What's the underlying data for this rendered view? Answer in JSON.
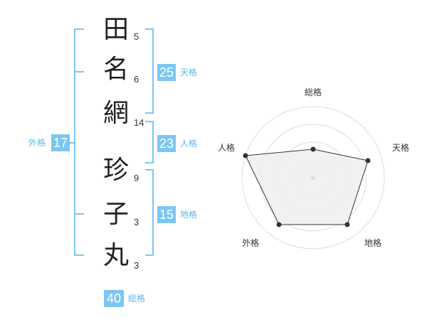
{
  "name": {
    "chars": [
      {
        "char": "田",
        "strokes": "5"
      },
      {
        "char": "名",
        "strokes": "6"
      },
      {
        "char": "網",
        "strokes": "14"
      },
      {
        "char": "珍",
        "strokes": "9"
      },
      {
        "char": "子",
        "strokes": "3"
      },
      {
        "char": "丸",
        "strokes": "3"
      }
    ]
  },
  "kaku": {
    "tenkaku": {
      "value": "25",
      "label": "天格"
    },
    "jinkaku": {
      "value": "23",
      "label": "人格"
    },
    "chikaku": {
      "value": "15",
      "label": "地格"
    },
    "gaikaku": {
      "value": "17",
      "label": "外格"
    },
    "soukaku": {
      "value": "40",
      "label": "総格"
    }
  },
  "colors": {
    "accent": "#7cc6f2",
    "label": "#5bb6ee",
    "polygon_fill": "#eeeeee",
    "grid": "#dddddd"
  },
  "radar": {
    "axes": [
      "総格",
      "天格",
      "地格",
      "外格",
      "人格"
    ],
    "levels": 4,
    "values": [
      0.25,
      0.75,
      0.75,
      0.75,
      1.0
    ]
  }
}
